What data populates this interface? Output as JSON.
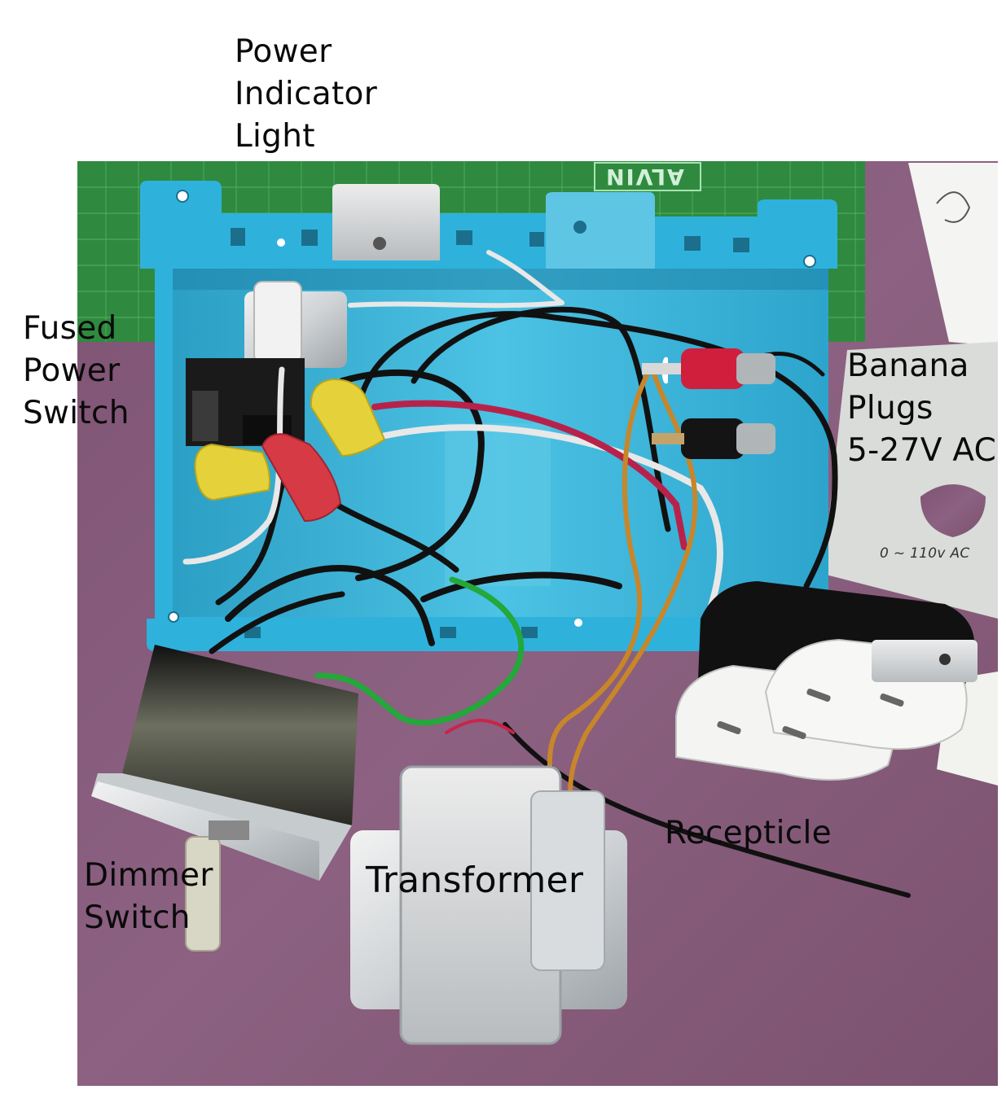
{
  "labels": {
    "power_indicator": [
      "Power",
      "Indicator",
      "Light"
    ],
    "fused_switch": [
      "Fused",
      "Power",
      "Switch"
    ],
    "banana_plugs": [
      "Banana",
      "Plugs",
      "5-27V AC"
    ],
    "receptacle": [
      "Recepticle"
    ],
    "dimmer": [
      "Dimmer",
      "Switch"
    ],
    "transformer": [
      "Transformer"
    ],
    "ruler_brand": "ALVIN",
    "note": "0 ~ 110v AC"
  },
  "colors": {
    "background": "#ffffff",
    "purple_mat": "#8a5e7e",
    "cutting_mat": "#2f8a3f",
    "junction_box": "#2eb2dc",
    "wire_black": "#111111",
    "wire_white": "#e8e8e8",
    "wire_orange": "#c8862a",
    "wire_green": "#23a83a",
    "wire_red": "#b8224a",
    "wire_nut_yellow": "#e5d23a",
    "wire_nut_red": "#d63a44"
  }
}
